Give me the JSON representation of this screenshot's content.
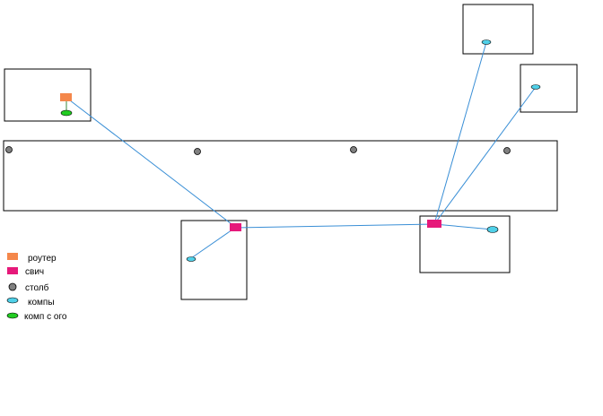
{
  "colors": {
    "router": "#f4874b",
    "switch": "#e6197a",
    "pole": "#808080",
    "computer": "#4fd0e8",
    "ogo_computer": "#22cc22",
    "cable": "#3a8fd6",
    "outline": "#000000",
    "background": "#ffffff"
  },
  "legend": {
    "router": "роутер",
    "switch": "свич",
    "pole": "столб",
    "computers": "компы",
    "ogo_computer": "комп с ого"
  },
  "icons": {
    "router": "orange-square",
    "switch": "magenta-rectangle",
    "pole": "gray-circle",
    "computer": "cyan-ellipse",
    "ogo_computer": "green-ellipse"
  }
}
